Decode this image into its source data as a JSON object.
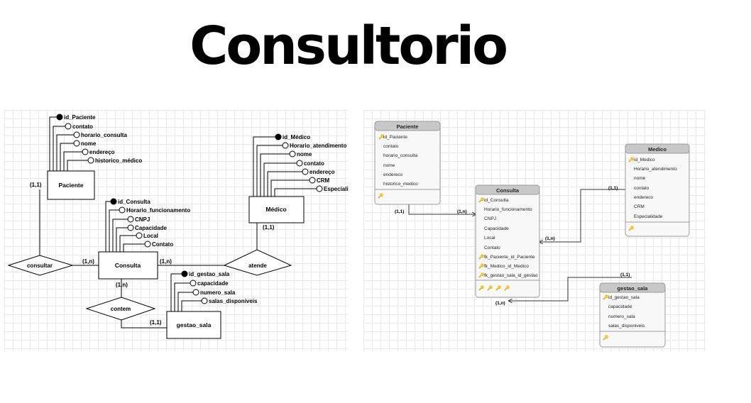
{
  "title": "Consultorio",
  "conceptual": {
    "entities": {
      "paciente": "Paciente",
      "consulta": "Consulta",
      "medico": "Médico",
      "gestao_sala": "gestao_sala"
    },
    "relationships": {
      "consultar": "consultar",
      "atende": "atende",
      "contem": "contem"
    },
    "paciente_attrs": [
      "id_Paciente",
      "contato",
      "horario_consulta",
      "nome",
      "endereço",
      "historico_médico"
    ],
    "consulta_attrs": [
      "id_Consulta",
      "Horario_funcionamento",
      "CNPJ",
      "Capacidade",
      "Local",
      "Contato"
    ],
    "medico_attrs": [
      "id_Médico",
      "Horario_atendimento",
      "nome",
      "contato",
      "endereço",
      "CRM",
      "Especialidade"
    ],
    "gestao_attrs": [
      "id_gestao_sala",
      "capacidade",
      "numero_sala",
      "salas_disponiveis"
    ],
    "cardinalities": {
      "paciente": "(1,1)",
      "consulta_left": "(1,n)",
      "consulta_right": "(1,n)",
      "medico": "(1,1)",
      "consulta_bottom": "(1,n)",
      "gestao": "(1,1)"
    }
  },
  "logical": {
    "paciente": {
      "name": "Paciente",
      "fields": [
        "id_Paciente",
        "contato",
        "horario_consulta",
        "nome",
        "endereco",
        "historico_medico"
      ]
    },
    "consulta": {
      "name": "Consulta",
      "fields": [
        "id_Consulta",
        "Horario_funcionamento",
        "CNPJ",
        "Capacidade",
        "Local",
        "Contato"
      ],
      "fks": [
        "fk_Paciente_id_Paciente",
        "fk_Medico_id_Medico",
        "fk_gestao_sala_id_gestao"
      ]
    },
    "medico": {
      "name": "Medico",
      "fields": [
        "id_Medico",
        "Horario_atendimento",
        "nome",
        "contato",
        "endereco",
        "CRM",
        "Especialidade"
      ]
    },
    "gestao_sala": {
      "name": "gestao_sala",
      "fields": [
        "id_gestao_sala",
        "capacidade",
        "numero_sala",
        "salas_disponiveis"
      ]
    },
    "cardinalities": {
      "paciente": "(1,1)",
      "consulta_from_paciente": "(1,n)",
      "medico": "(1,1)",
      "consulta_from_medico": "(1,n)",
      "gestao": "(1,1)",
      "consulta_from_gestao": "(1,n)"
    }
  }
}
